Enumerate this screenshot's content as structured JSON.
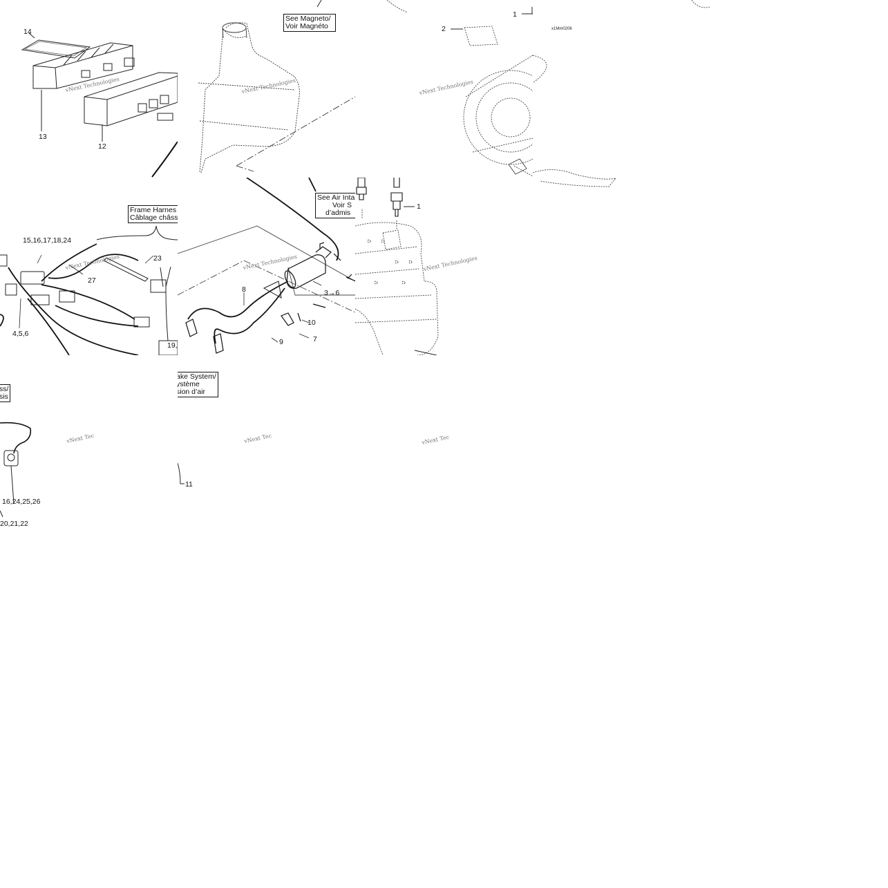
{
  "callouts": {
    "n1a": "1",
    "n1b": "1",
    "n2": "2",
    "n3_6": "3→6",
    "n4_5_6": "4,5,6",
    "n7": "7",
    "n8": "8",
    "n9": "9",
    "n10": "10",
    "n11": "11",
    "n12": "12",
    "n13": "13",
    "n14": "14",
    "n15_24": "15,16,17,18,24",
    "n16_26": "16,24,25,26",
    "n19": "19,",
    "n20_22": "20,21,22",
    "n23": "23",
    "n27": "27"
  },
  "refboxes": {
    "magneto": [
      "See Magneto/",
      "Voir Magnéto"
    ],
    "frame": [
      "Frame Harnes",
      "Câblage châss"
    ],
    "air": [
      "See Air Inta",
      "Voir S",
      "d’admis"
    ],
    "intake": [
      "ake System/",
      "ystème",
      "sion d’air"
    ],
    "frag": [
      "ss/",
      "sis"
    ]
  },
  "watermark": "vNext Technologies",
  "watermark_short": "vNext Tec",
  "drawing_code": "x1Mm0206"
}
